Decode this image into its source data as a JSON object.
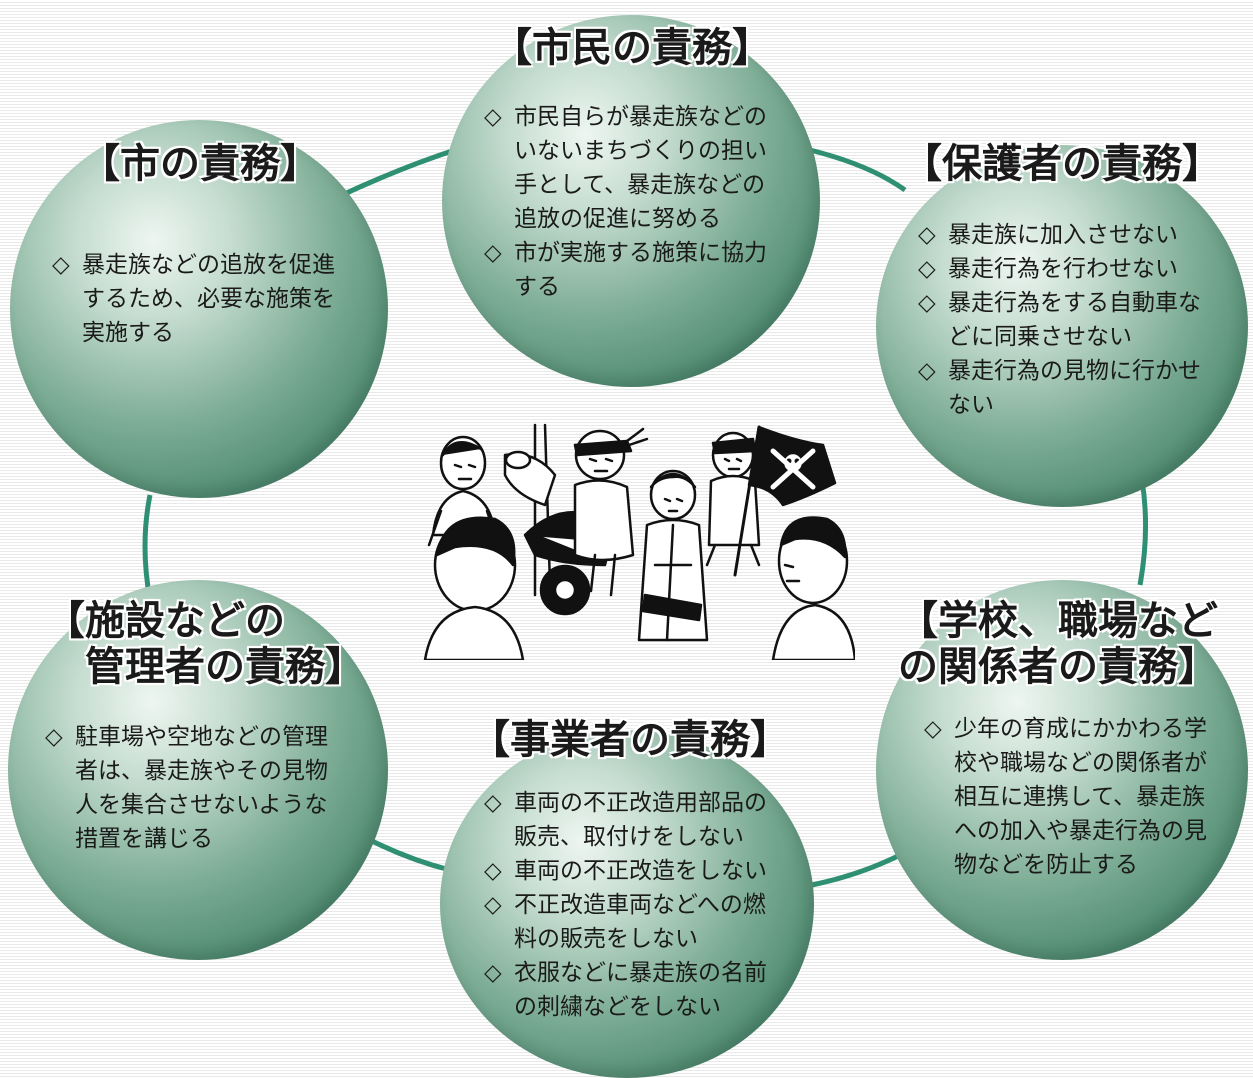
{
  "bracket_open": "【",
  "bracket_close": "】",
  "bullet": "◇",
  "colors": {
    "circle_dark": "#3a7560",
    "circle_light": "#eef6f1",
    "connector": "#2f8f72",
    "text": "#1a1a1a"
  },
  "sections": {
    "city": {
      "title": "市の責務",
      "items": [
        "暴走族などの追放を促進するため、必要な施策を実施する"
      ]
    },
    "citizens": {
      "title": "市民の責務",
      "items": [
        "市民自らが暴走族などのいないまちづくりの担い手として、暴走族などの追放の促進に努める",
        "市が実施する施策に協力する"
      ]
    },
    "guardians": {
      "title": "保護者の責務",
      "items": [
        "暴走族に加入させない",
        "暴走行為を行わせない",
        "暴走行為をする自動車などに同乗させない",
        "暴走行為の見物に行かせない"
      ]
    },
    "facilities": {
      "title_line1": "施設などの",
      "title_line2": "管理者の責務",
      "items": [
        "駐車場や空地などの管理者は、暴走族やその見物人を集合させないような措置を講じる"
      ]
    },
    "business": {
      "title": "事業者の責務",
      "items": [
        "車両の不正改造用部品の販売、取付けをしない",
        "車両の不正改造をしない",
        "不正改造車両などへの燃料の販売をしない",
        "衣服などに暴走族の名前の刺繍などをしない"
      ]
    },
    "school": {
      "title_line1": "学校、職場など",
      "title_line2": "の関係者の責務",
      "items": [
        "少年の育成にかかわる学校や職場などの関係者が相互に連携して、暴走族への加入や暴走行為の見物などを防止する"
      ]
    }
  },
  "illustration": {
    "icon": "group-confronting-biker-gang-illustration",
    "flag_icon": "skull-crossbones-flag-icon"
  }
}
